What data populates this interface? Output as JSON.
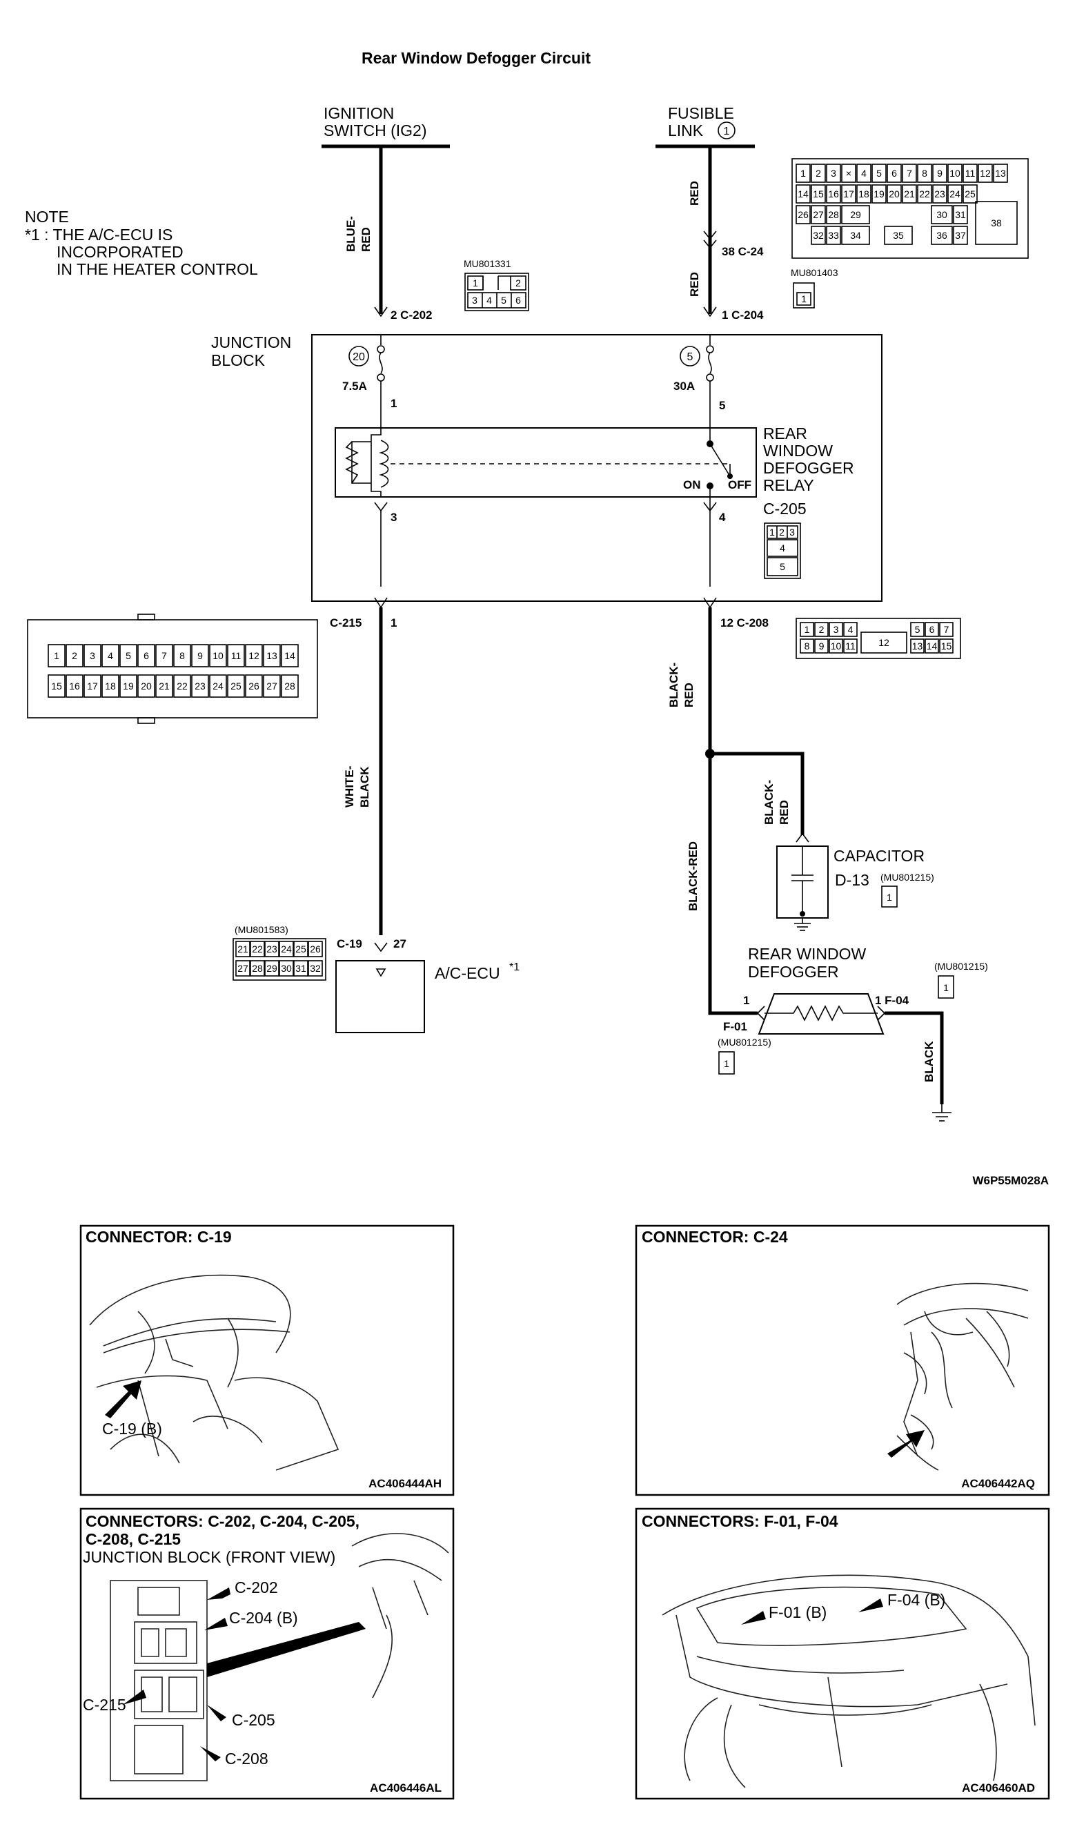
{
  "title": "Rear Window Defogger Circuit",
  "note": {
    "heading": "NOTE",
    "line1": "*1 : THE A/C-ECU IS",
    "line2": "INCORPORATED",
    "line3": "IN THE HEATER CONTROL"
  },
  "sources": {
    "ignition_line1": "IGNITION",
    "ignition_line2": "SWITCH (IG2)",
    "fusible_line1": "FUSIBLE",
    "fusible_line2": "LINK",
    "fusible_num": "1"
  },
  "wires": {
    "blue_red_1": "BLUE-",
    "blue_red_2": "RED",
    "red_a": "RED",
    "red_b": "RED",
    "white_black_1": "WHITE-",
    "white_black_2": "BLACK",
    "black_red_1": "BLACK-",
    "black_red_2": "RED",
    "black_red_cap_1": "BLACK-",
    "black_red_cap_2": "RED",
    "black_red_long": "BLACK-RED",
    "black": "BLACK"
  },
  "connectors": {
    "c202": "2  C-202",
    "c24": "38  C-24",
    "c204": "1  C-204",
    "c215": "C-215",
    "c215_pin": "1",
    "c208": "12  C-208",
    "c19": "C-19",
    "c19_pin": "27",
    "c205": "C-205",
    "d13": "D-13",
    "f04": "1  F-04",
    "f01_pin": "1",
    "f01": "F-01"
  },
  "part_numbers": {
    "mu801331": "MU801331",
    "mu801403": "MU801403",
    "mu801583": "(MU801583)",
    "mu801215_cap": "(MU801215)",
    "mu801215_f04": "(MU801215)",
    "mu801215_f01": "(MU801215)"
  },
  "junction_block": {
    "label1": "JUNCTION",
    "label2": "BLOCK",
    "fuse20_num": "20",
    "fuse20_rating": "7.5A",
    "fuse5_num": "5",
    "fuse5_rating": "30A",
    "pin1": "1",
    "pin3": "3",
    "pin5": "5",
    "pin4": "4",
    "relay1": "REAR",
    "relay2": "WINDOW",
    "relay3": "DEFOGGER",
    "relay4": "RELAY",
    "on": "ON",
    "off": "OFF"
  },
  "components": {
    "capacitor": "CAPACITOR",
    "ecu": "A/C-ECU",
    "ecu_sup": "*1",
    "defogger1": "REAR WINDOW",
    "defogger2": "DEFOGGER"
  },
  "pin_grids": {
    "c24": [
      [
        "1",
        "2",
        "3",
        "×",
        "4",
        "5",
        "6",
        "7",
        "8",
        "9",
        "10",
        "11",
        "12",
        "13"
      ],
      [
        "14",
        "15",
        "16",
        "17",
        "18",
        "19",
        "20",
        "21",
        "22",
        "23",
        "24",
        "25"
      ],
      [
        "26",
        "27",
        "28",
        "29",
        "30",
        "31",
        "38"
      ],
      [
        "32",
        "33",
        "34",
        "35",
        "36",
        "37"
      ]
    ],
    "c202": [
      "1",
      "2",
      "3",
      "4",
      "5",
      "6"
    ],
    "c205": [
      "1",
      "2",
      "3",
      "4",
      "5"
    ],
    "c208": [
      "1",
      "2",
      "3",
      "4",
      "5",
      "6",
      "7",
      "8",
      "9",
      "10",
      "11",
      "12",
      "13",
      "14",
      "15"
    ],
    "c215": [
      "1",
      "2",
      "3",
      "4",
      "5",
      "6",
      "7",
      "8",
      "9",
      "10",
      "11",
      "12",
      "13",
      "14",
      "15",
      "16",
      "17",
      "18",
      "19",
      "20",
      "21",
      "22",
      "23",
      "24",
      "25",
      "26",
      "27",
      "28"
    ],
    "c19": [
      "21",
      "22",
      "23",
      "24",
      "25",
      "26",
      "27",
      "28",
      "29",
      "30",
      "31",
      "32"
    ],
    "single": "1"
  },
  "diagram_code": "W6P55M028A",
  "locators": {
    "c19_title": "CONNECTOR: C-19",
    "c19_callout": "C-19 (B)",
    "c19_code": "AC406444AH",
    "c24_title": "CONNECTOR: C-24",
    "c24_code": "AC406442AQ",
    "jb_title1": "CONNECTORS: C-202, C-204, C-205,",
    "jb_title2": "C-208, C-215",
    "jb_title3": "JUNCTION BLOCK (FRONT VIEW)",
    "jb_c202": "C-202",
    "jb_c204": "C-204 (B)",
    "jb_c215": "C-215",
    "jb_c205": "C-205",
    "jb_c208": "C-208",
    "jb_code": "AC406446AL",
    "f_title": "CONNECTORS: F-01, F-04",
    "f_f01": "F-01 (B)",
    "f_f04": "F-04 (B)",
    "f_code": "AC406460AD"
  }
}
